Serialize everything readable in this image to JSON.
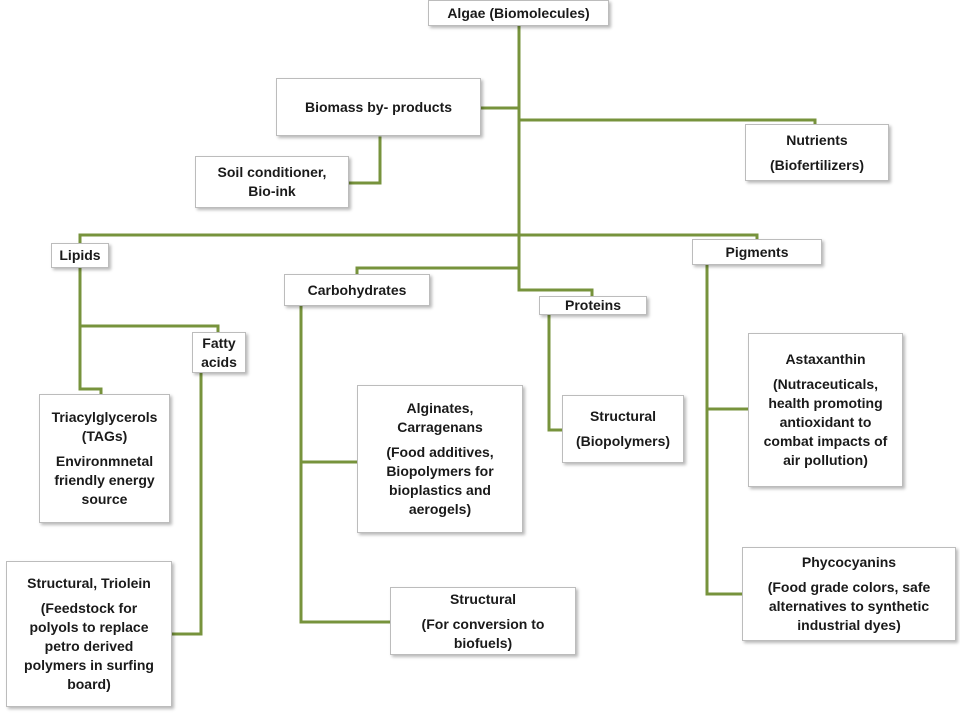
{
  "diagram": {
    "line_color": "#77933c",
    "nodes": {
      "root": "Algae (Biomolecules)",
      "biomass": "Biomass by- products",
      "soil": "Soil conditioner,\nBio-ink",
      "nutrients_title": "Nutrients",
      "nutrients_sub": "(Biofertilizers)",
      "lipids": "Lipids",
      "fatty_acids": "Fatty\nacids",
      "tags_title": "Triacylglycerols\n(TAGs)",
      "tags_sub": "Environmnetal\nfriendly energy\nsource",
      "triolein_title": "Structural, Triolein",
      "triolein_sub": "(Feedstock for\npolyols to replace\npetro derived\npolymers in surfing\nboard)",
      "carbohydrates": "Carbohydrates",
      "alginates_title": "Alginates,\nCarragenans",
      "alginates_sub": "(Food additives,\nBiopolymers for\nbioplastics and\naerogels)",
      "carb_structural_title": "Structural",
      "carb_structural_sub": "(For conversion to\nbiofuels)",
      "proteins": "Proteins",
      "prot_structural_title": "Structural",
      "prot_structural_sub": "(Biopolymers)",
      "pigments": "Pigments",
      "astaxanthin_title": "Astaxanthin",
      "astaxanthin_sub": "(Nutraceuticals,\nhealth promoting\nantioxidant to\ncombat impacts of\nair pollution)",
      "phycocyanins_title": "Phycocyanins",
      "phycocyanins_sub": "(Food grade colors, safe\nalternatives to synthetic\nindustrial dyes)"
    }
  }
}
